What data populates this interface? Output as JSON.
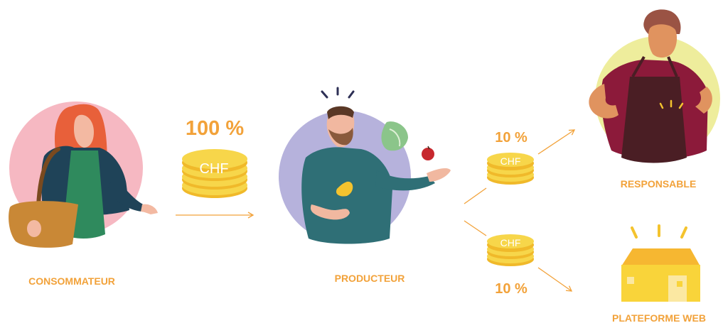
{
  "nodes": {
    "consumer": {
      "label": "CONSOMMATEUR"
    },
    "producer": {
      "label": "PRODUCTEUR"
    },
    "manager": {
      "label": "RESPONSABLE"
    },
    "platform": {
      "label": "PLATEFORME WEB"
    }
  },
  "flows": {
    "to_producer": {
      "percent": "100 %",
      "currency": "CHF"
    },
    "to_manager": {
      "percent": "10 %",
      "currency": "CHF"
    },
    "to_platform": {
      "percent": "10 %",
      "currency": "CHF"
    }
  },
  "colors": {
    "accent": "#f2a23a",
    "coin": "#f7d64a",
    "coin_edge": "#f0b92a",
    "consumer_bg": "#f6b8c2",
    "producer_bg": "#b6b2dc",
    "manager_bg": "#eeed9c",
    "house": "#f9d43a"
  }
}
